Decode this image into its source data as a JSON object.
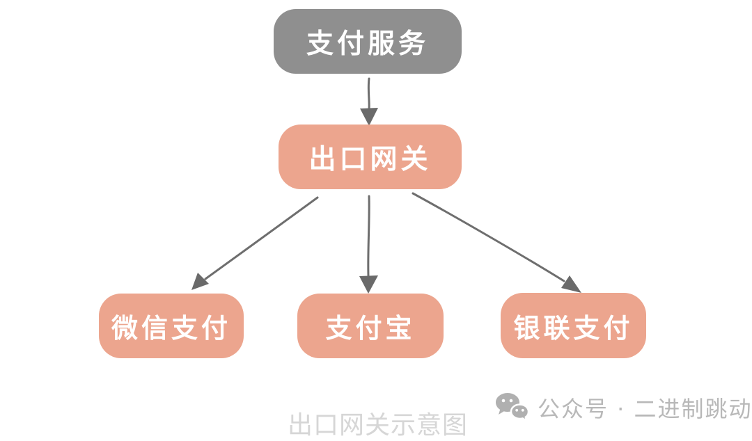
{
  "diagram": {
    "type": "flowchart",
    "root_node": {
      "id": "payment-service",
      "label": "支付服务",
      "fill": "#8f8f8f",
      "text_color": "#ffffff"
    },
    "gateway_node": {
      "id": "exit-gateway",
      "label": "出口网关",
      "fill": "#eca58e",
      "text_color": "#ffffff"
    },
    "leaf_nodes": [
      {
        "id": "wechat-pay",
        "label": "微信支付",
        "fill": "#eca58e",
        "text_color": "#ffffff"
      },
      {
        "id": "alipay",
        "label": "支付宝",
        "fill": "#eca58e",
        "text_color": "#ffffff"
      },
      {
        "id": "unionpay",
        "label": "银联支付",
        "fill": "#eca58e",
        "text_color": "#ffffff"
      }
    ],
    "edges": [
      {
        "from": "支付服务",
        "to": "出口网关"
      },
      {
        "from": "出口网关",
        "to": "微信支付"
      },
      {
        "from": "出口网关",
        "to": "支付宝"
      },
      {
        "from": "出口网关",
        "to": "银联支付"
      }
    ],
    "arrow_color": "#6e6e6e"
  },
  "caption": "出口网关示意图",
  "watermark": {
    "icon": "wechat-icon",
    "label": "公众号 · 二进制跳动",
    "color": "#b8b8b8"
  }
}
